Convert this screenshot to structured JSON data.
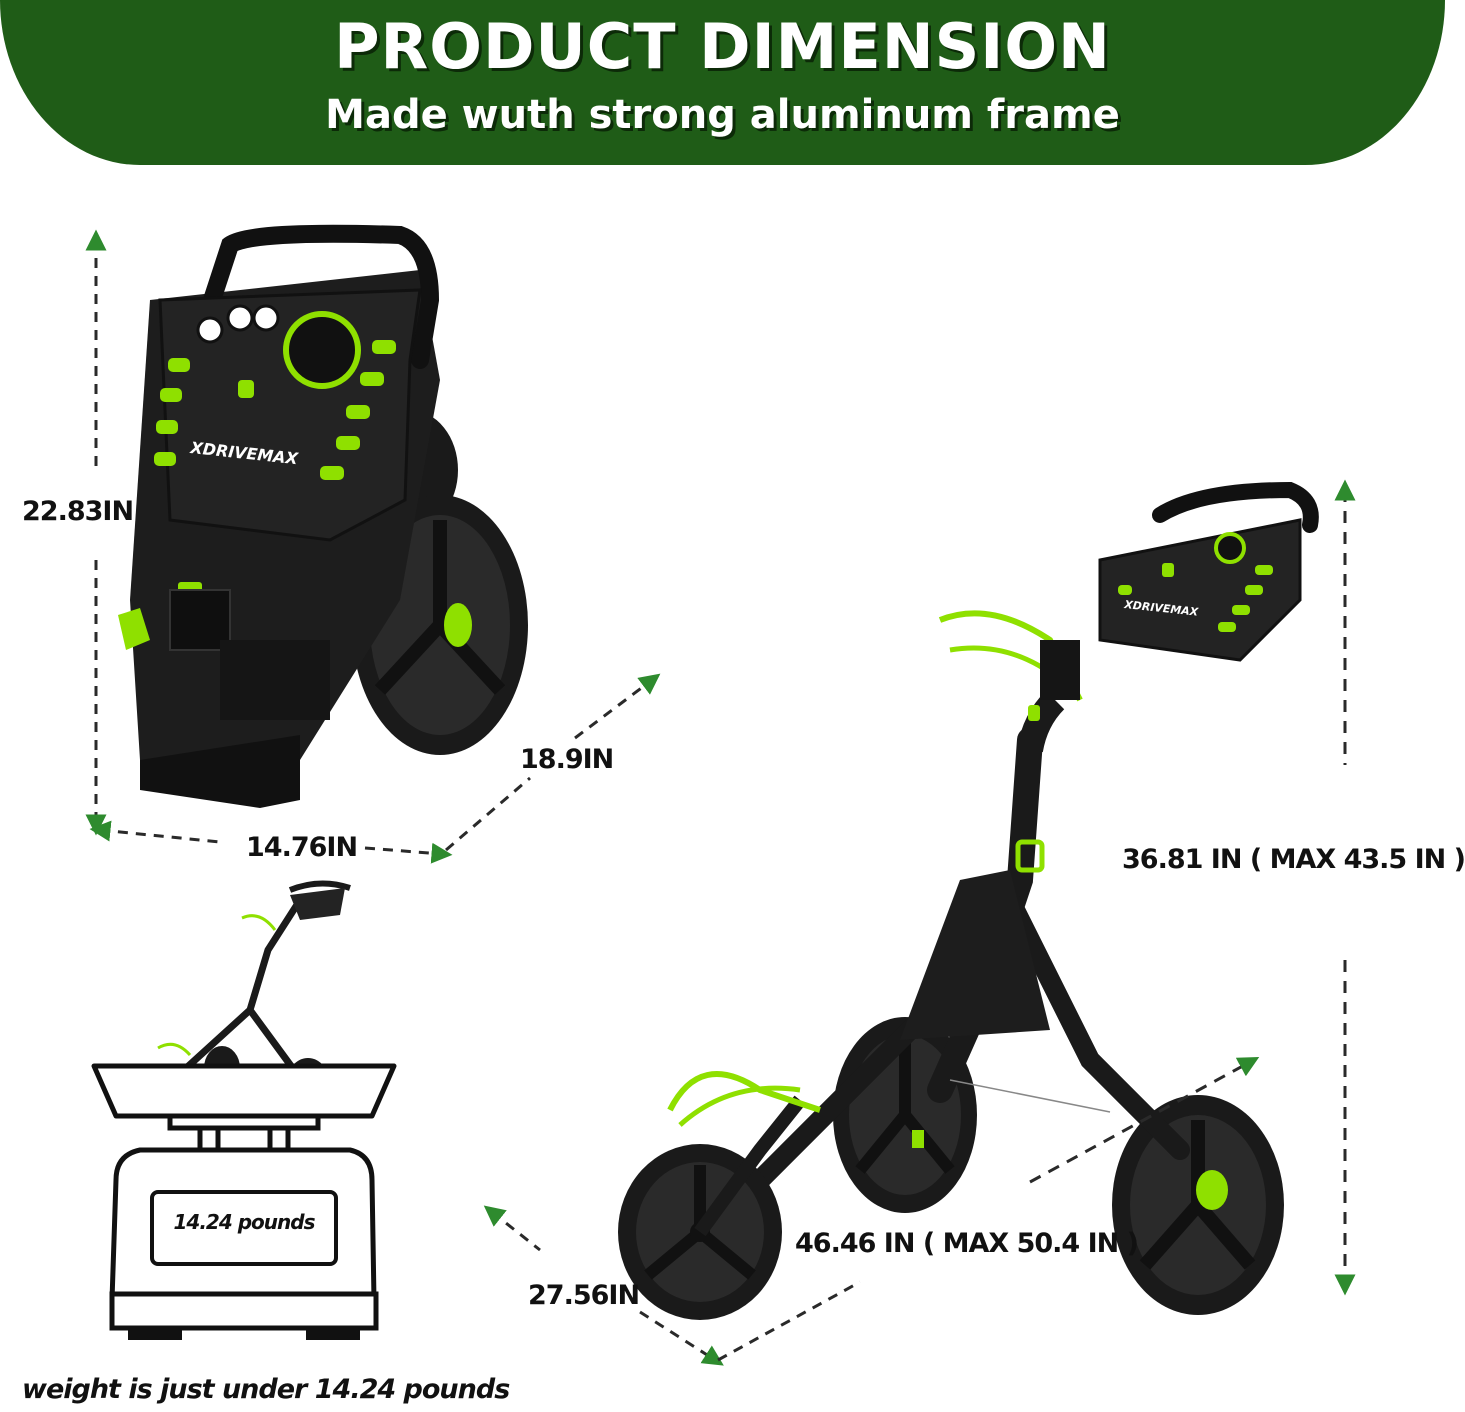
{
  "banner": {
    "title": "PRODUCT DIMENSION",
    "subtitle": "Made wuth strong aluminum frame"
  },
  "folded": {
    "brand": "XDRIVEMAX",
    "height": "22.83IN",
    "depth": "18.9IN",
    "width": "14.76IN"
  },
  "unfolded": {
    "brand": "XDRIVEMAX",
    "height": "36.81 IN ( MAX 43.5 IN )",
    "length": "46.46 IN ( MAX 50.4 IN )",
    "width": "27.56IN"
  },
  "scale": {
    "display": "14.24 pounds",
    "caption": "weight is just under 14.24 pounds"
  },
  "colors": {
    "banner_green": "#1f5c17",
    "accent_lime": "#8fe000",
    "arrow_green": "#2e8b2e",
    "cart_black": "#1a1a1a"
  }
}
